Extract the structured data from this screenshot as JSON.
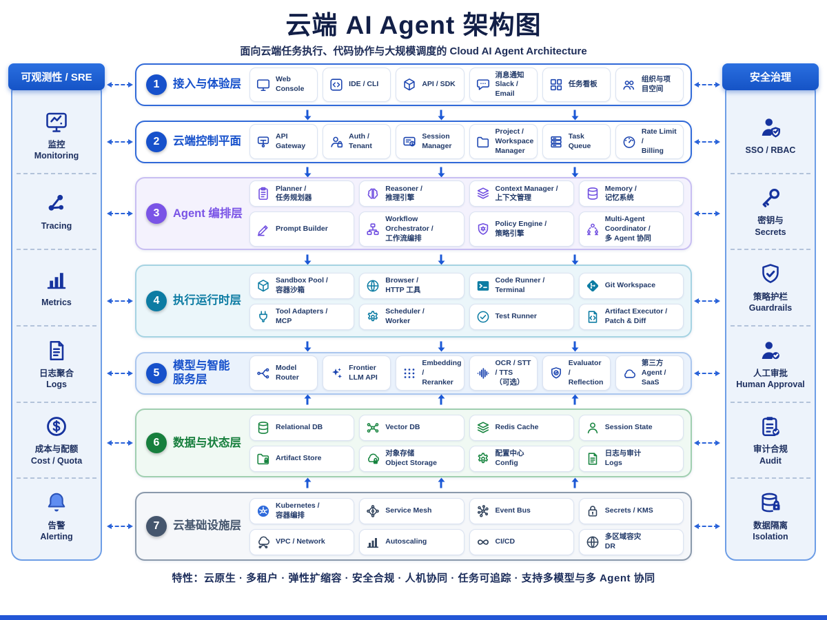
{
  "title": "云端 AI Agent 架构图",
  "subtitle": "面向云端任务执行、代码协作与大规模调度的 Cloud AI Agent Architecture",
  "footer": "特性：云原生 · 多租户 · 弹性扩缩容 · 安全合规 · 人机协同 · 任务可追踪 · 支持多模型与多 Agent 协同",
  "colors": {
    "primary_blue": "#1751cb",
    "purple": "#7a54e6",
    "teal": "#0d7ca3",
    "green": "#177f3d",
    "slate": "#45566d",
    "arrow_blue": "#1b58d6",
    "sidebar_header_blue": "#1553c6",
    "kubernetes_blue": "#2f6bdb"
  },
  "left_sidebar": {
    "header": "可观测性 / SRE",
    "items": [
      {
        "icon": "monitor-chart",
        "label": "监控\nMonitoring"
      },
      {
        "icon": "trace-nodes",
        "label": "Tracing"
      },
      {
        "icon": "bar-chart",
        "label": "Metrics"
      },
      {
        "icon": "document",
        "label": "日志聚合\nLogs"
      },
      {
        "icon": "dollar-circle",
        "label": "成本与配额\nCost / Quota"
      },
      {
        "icon": "bell",
        "label": "告警\nAlerting"
      }
    ]
  },
  "right_sidebar": {
    "header": "安全治理",
    "items": [
      {
        "icon": "user-shield",
        "label": "SSO / RBAC"
      },
      {
        "icon": "key",
        "label": "密钥与\nSecrets"
      },
      {
        "icon": "shield-check",
        "label": "策略护栏\nGuardrails"
      },
      {
        "icon": "user-check",
        "label": "人工审批\nHuman Approval"
      },
      {
        "icon": "clipboard-check",
        "label": "审计合规\nAudit"
      },
      {
        "icon": "db-lock",
        "label": "数据隔离\nIsolation"
      }
    ]
  },
  "layers": [
    {
      "num": "1",
      "title": "接入与体验层",
      "cards": [
        {
          "icon": "monitor",
          "label": "Web Console"
        },
        {
          "icon": "code-brackets",
          "label": "IDE / CLI"
        },
        {
          "icon": "cube",
          "label": "API / SDK"
        },
        {
          "icon": "chat",
          "label": "消息通知\nSlack / Email"
        },
        {
          "icon": "grid",
          "label": "任务看板"
        },
        {
          "icon": "people",
          "label": "组织与项目空间"
        }
      ]
    },
    {
      "num": "2",
      "title": "云端控制平面",
      "cards": [
        {
          "icon": "gateway",
          "label": "API Gateway"
        },
        {
          "icon": "user-lock",
          "label": "Auth / Tenant"
        },
        {
          "icon": "session",
          "label": "Session Manager"
        },
        {
          "icon": "folder",
          "label": "Project /\nWorkspace Manager"
        },
        {
          "icon": "stack-queue",
          "label": "Task Queue"
        },
        {
          "icon": "gauge",
          "label": "Rate Limit /\nBilling"
        }
      ]
    },
    {
      "num": "3",
      "title": "Agent 编排层",
      "cards": [
        {
          "icon": "clipboard",
          "label": "Planner /\n任务规划器"
        },
        {
          "icon": "brain",
          "label": "Reasoner /\n推理引擎"
        },
        {
          "icon": "layers",
          "label": "Context Manager /\n上下文管理"
        },
        {
          "icon": "database",
          "label": "Memory /\n记忆系统"
        },
        {
          "icon": "pencil",
          "label": "Prompt Builder"
        },
        {
          "icon": "org-chart",
          "label": "Workflow Orchestrator /\n工作流编排"
        },
        {
          "icon": "shield-gear",
          "label": "Policy Engine /\n策略引擎"
        },
        {
          "icon": "multi-agent",
          "label": "Multi-Agent Coordinator /\n多 Agent 协同"
        }
      ]
    },
    {
      "num": "4",
      "title": "执行运行时层",
      "cards": [
        {
          "icon": "cube",
          "label": "Sandbox Pool /\n容器沙箱"
        },
        {
          "icon": "globe",
          "label": "Browser /\nHTTP 工具"
        },
        {
          "icon": "terminal",
          "label": "Code Runner /\nTerminal"
        },
        {
          "icon": "git",
          "label": "Git Workspace"
        },
        {
          "icon": "plug",
          "label": "Tool Adapters /\nMCP"
        },
        {
          "icon": "gear",
          "label": "Scheduler /\nWorker"
        },
        {
          "icon": "check-circle",
          "label": "Test Runner"
        },
        {
          "icon": "code-file",
          "label": "Artifact Executor /\nPatch & Diff"
        }
      ]
    },
    {
      "num": "5",
      "title": "模型与智能\n服务层",
      "cards": [
        {
          "icon": "router",
          "label": "Model Router"
        },
        {
          "icon": "sparkles",
          "label": "Frontier\nLLM API"
        },
        {
          "icon": "dots",
          "label": "Embedding /\nReranker"
        },
        {
          "icon": "waveform",
          "label": "OCR / STT / TTS\n（可选）"
        },
        {
          "icon": "shield-eval",
          "label": "Evaluator /\nReflection"
        },
        {
          "icon": "cloud",
          "label": "第三方 Agent /\nSaaS"
        }
      ]
    },
    {
      "num": "6",
      "title": "数据与状态层",
      "cards": [
        {
          "icon": "database",
          "label": "Relational DB"
        },
        {
          "icon": "vector-nodes",
          "label": "Vector DB"
        },
        {
          "icon": "layers",
          "label": "Redis Cache"
        },
        {
          "icon": "person",
          "label": "Session State"
        },
        {
          "icon": "folder-lock",
          "label": "Artifact Store"
        },
        {
          "icon": "cloud-lock",
          "label": "对象存储\nObject Storage"
        },
        {
          "icon": "gear",
          "label": "配置中心\nConfig"
        },
        {
          "icon": "doc-lines",
          "label": "日志与审计\nLogs"
        }
      ]
    },
    {
      "num": "7",
      "title": "云基础设施层",
      "cards": [
        {
          "icon": "kubernetes",
          "label": "Kubernetes /\n容器编排"
        },
        {
          "icon": "mesh",
          "label": "Service Mesh"
        },
        {
          "icon": "event-bus",
          "label": "Event Bus"
        },
        {
          "icon": "lock",
          "label": "Secrets / KMS"
        },
        {
          "icon": "cloud-net",
          "label": "VPC / Network"
        },
        {
          "icon": "bar-chart",
          "label": "Autoscaling"
        },
        {
          "icon": "infinity",
          "label": "CI/CD"
        },
        {
          "icon": "globe",
          "label": "多区域容灾\nDR"
        }
      ]
    }
  ]
}
